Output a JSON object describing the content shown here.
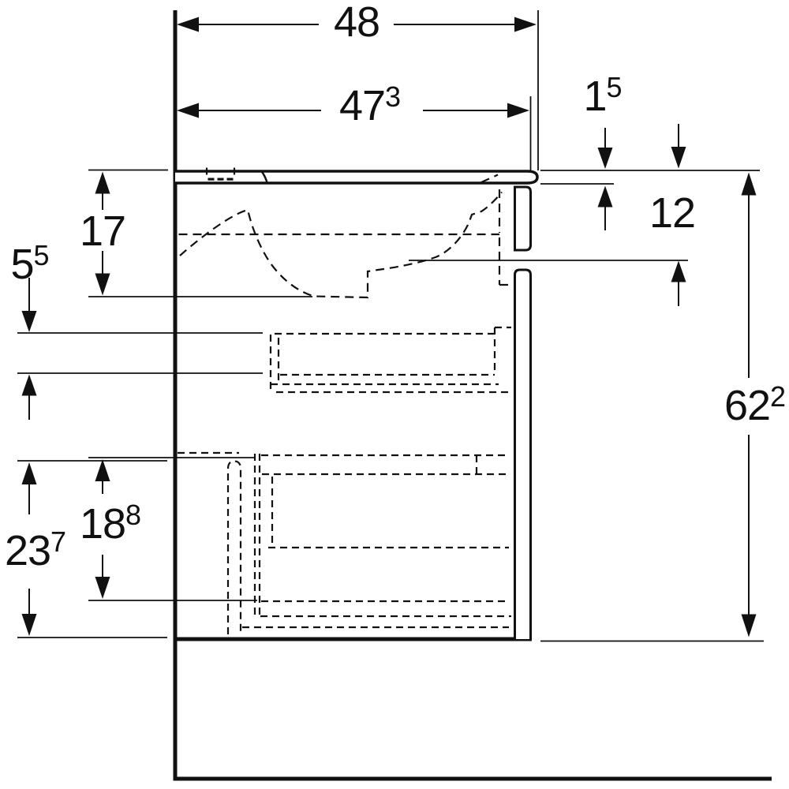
{
  "drawing": {
    "type": "technical-dimension-drawing",
    "subject": "washbasin-vanity-cabinet-side-elevation",
    "colors": {
      "line": "#111111",
      "background": "#ffffff"
    },
    "dimensions": {
      "overall_depth": {
        "main": "48",
        "sup": ""
      },
      "cabinet_depth": {
        "main": "47",
        "sup": "3"
      },
      "rim_thickness": {
        "main": "1",
        "sup": "5"
      },
      "basin_inner_depth": {
        "main": "17",
        "sup": ""
      },
      "basin_zone_height": {
        "main": "12",
        "sup": ""
      },
      "upper_drawer_inner_height": {
        "main": "5",
        "sup": "5"
      },
      "overall_height": {
        "main": "62",
        "sup": "2"
      },
      "lower_drawer_inner_height": {
        "main": "18",
        "sup": "8"
      },
      "lower_compartment_height": {
        "main": "23",
        "sup": "7"
      }
    }
  }
}
